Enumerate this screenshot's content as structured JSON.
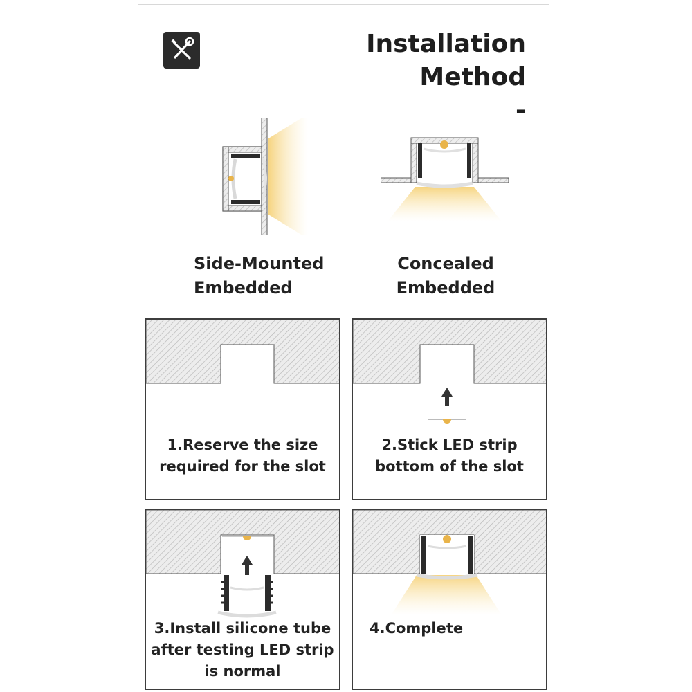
{
  "header": {
    "title_line1": "Installation",
    "title_line2": "Method",
    "title_line3": "-",
    "icon": "tools-icon"
  },
  "methods": [
    {
      "line1": "Side-Mounted",
      "line2": "Embedded",
      "icon": "side-mounted-profile-diagram"
    },
    {
      "line1": "Concealed",
      "line2": "Embedded",
      "icon": "concealed-profile-diagram"
    }
  ],
  "steps": [
    {
      "line1": "1.Reserve the size",
      "line2": "required for the slot",
      "line3": ""
    },
    {
      "line1": "2.Stick LED strip",
      "line2": "bottom of the slot",
      "line3": ""
    },
    {
      "line1": "3.Install silicone tube",
      "line2": "after testing LED strip",
      "line3": "is normal"
    },
    {
      "line1": "4.Complete",
      "line2": "",
      "line3": ""
    }
  ],
  "colors": {
    "hatch": "#bdbdbd",
    "dark": "#2b2b2b",
    "led": "#e9b44a",
    "glow": "#f8e2a6"
  }
}
